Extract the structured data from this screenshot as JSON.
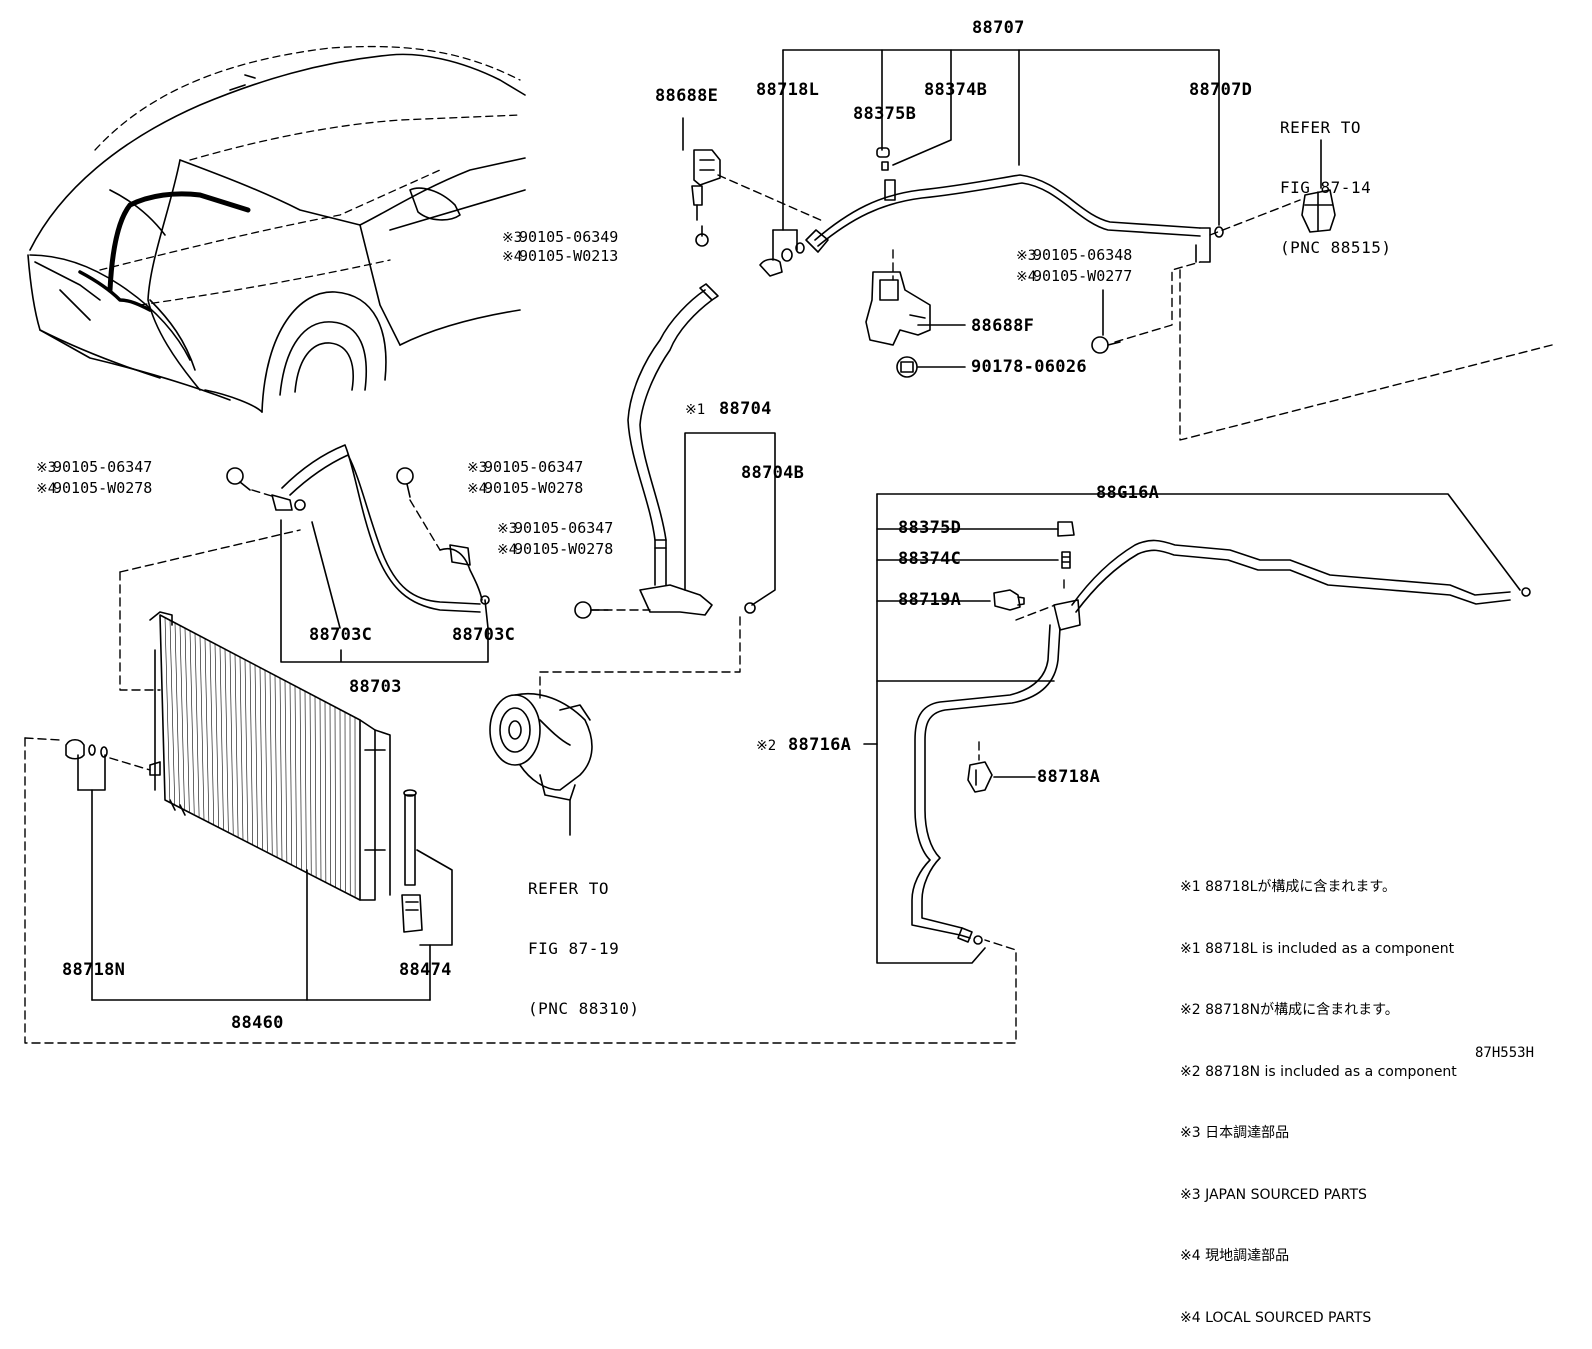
{
  "labels": {
    "p88707": "88707",
    "p88718L": "88718L",
    "p88374B": "88374B",
    "p88375B": "88375B",
    "p88707D": "88707D",
    "p88688E": "88688E",
    "p88688F": "88688F",
    "p90178": "90178-06026",
    "p88704": "88704",
    "p88704B": "88704B",
    "p88703C_a": "88703C",
    "p88703C_b": "88703C",
    "p88703": "88703",
    "p88G16A": "88G16A",
    "p88375D": "88375D",
    "p88374C": "88374C",
    "p88719A": "88719A",
    "p88716A": "88716A",
    "p88718A": "88718A",
    "p88718N": "88718N",
    "p88460": "88460",
    "p88474": "88474",
    "figcode": "87H553H"
  },
  "bolts": {
    "b1_l3": "90105-06349",
    "b1_l4": "90105-W0213",
    "b2_l3": "90105-06348",
    "b2_l4": "90105-W0277",
    "b3_l3": "90105-06347",
    "b3_l4": "90105-W0278",
    "b4_l3": "90105-06347",
    "b4_l4": "90105-W0278",
    "b5_l3": "90105-06347",
    "b5_l4": "90105-W0278"
  },
  "marks": {
    "m1": "※1",
    "m2": "※2",
    "m3": "※3",
    "m4": "※4"
  },
  "refs": {
    "r1_l1": "REFER TO",
    "r1_l2": "FIG 87-14",
    "r1_l3": "(PNC 88515)",
    "r2_l1": "REFER TO",
    "r2_l2": "FIG 87-19",
    "r2_l3": "(PNC 88310)"
  },
  "notes": [
    "※1 88718Lが構成に含まれます。",
    "※1 88718L is included as a component",
    "※2 88718Nが構成に含まれます。",
    "※2 88718N is included as a component",
    "※3 日本調達部品",
    "※3 JAPAN SOURCED PARTS",
    "※4 現地調達部品",
    "※4 LOCAL SOURCED PARTS"
  ]
}
